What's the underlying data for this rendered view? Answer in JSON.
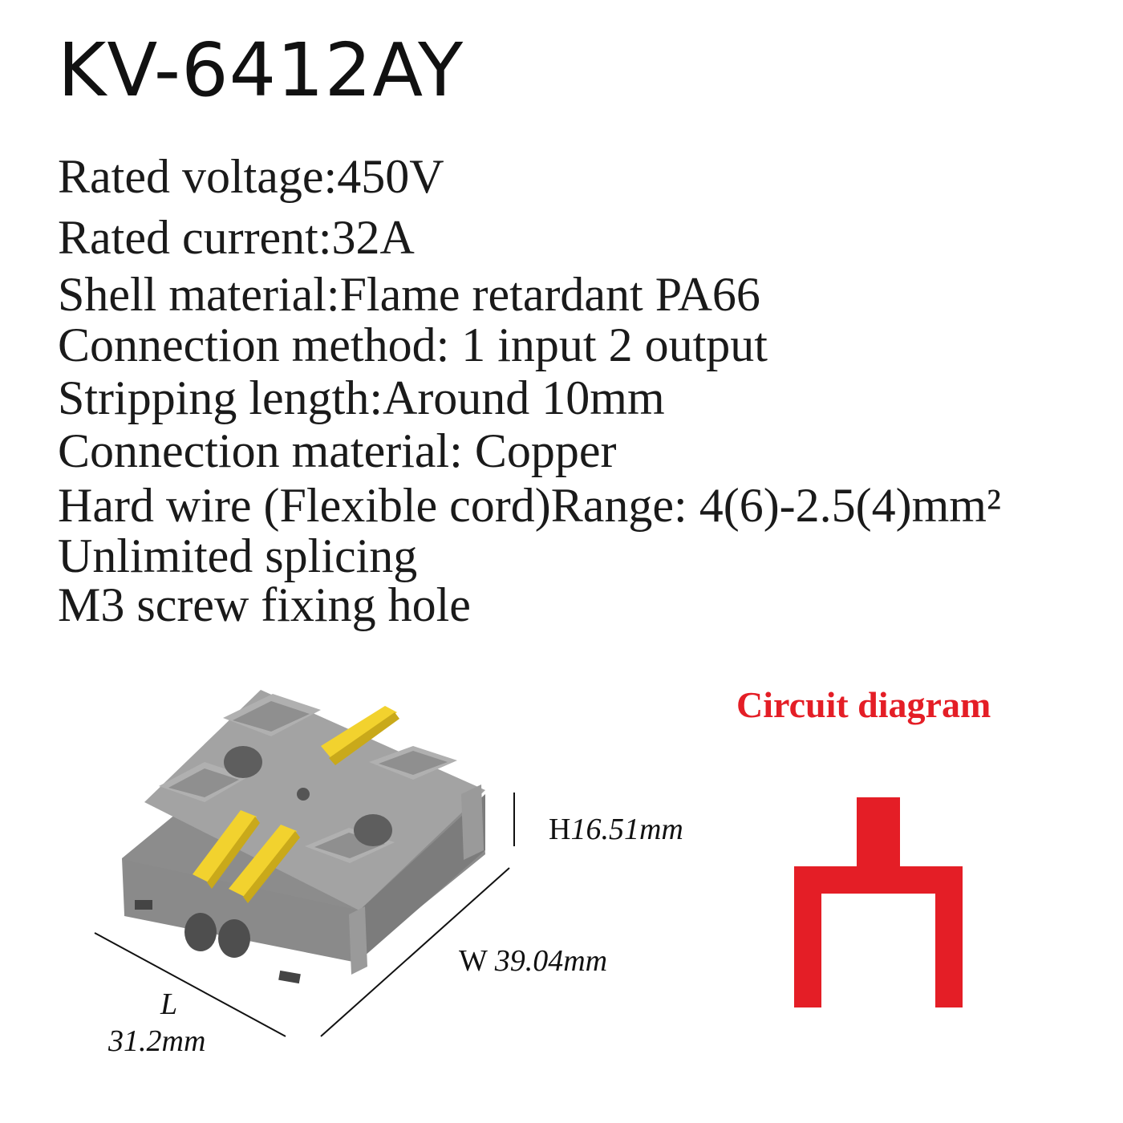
{
  "title": "KV-6412AY",
  "specs": [
    "Rated voltage:450V",
    "Rated current:32A",
    "Shell material:Flame retardant PA66",
    "Connection method: 1 input 2 output",
    "Stripping length:Around 10mm",
    "Connection material: Copper",
    "Hard wire (Flexible cord)Range: 4(6)-2.5(4)mm²",
    "Unlimited splicing",
    "M3 screw fixing hole"
  ],
  "dimensions": {
    "height_label": "H",
    "height_value": "16.51mm",
    "width_label": "W",
    "width_value": "39.04mm",
    "length_label": "L",
    "length_value": "31.2mm"
  },
  "diagram": {
    "title": "Circuit diagram",
    "color": "#e41e26"
  },
  "colors": {
    "housing": "#9a9a9a",
    "levers": "#f2d22e",
    "text": "#111111"
  }
}
